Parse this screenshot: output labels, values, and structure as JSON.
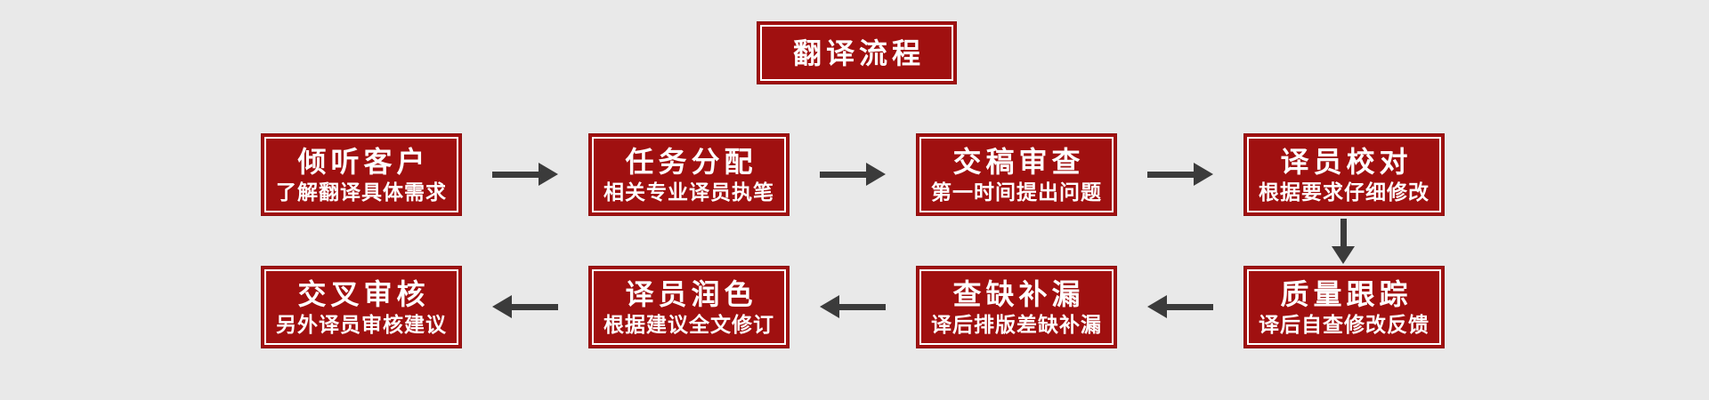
{
  "diagram": {
    "title": "翻译流程",
    "background_color": "#e9e9e9",
    "colors": {
      "box_fill": "#a01010",
      "box_border": "#8d0d0d",
      "box_inner_line": "#ffffff",
      "box_text": "#ffffff",
      "arrow": "#3b3b3b"
    },
    "row1": {
      "flow_direction": "left-to-right",
      "steps": [
        {
          "title": "倾听客户",
          "subtitle": "了解翻译具体需求"
        },
        {
          "title": "任务分配",
          "subtitle": "相关专业译员执笔"
        },
        {
          "title": "交稿审查",
          "subtitle": "第一时间提出问题"
        },
        {
          "title": "译员校对",
          "subtitle": "根据要求仔细修改"
        }
      ]
    },
    "row2": {
      "flow_direction": "right-to-left",
      "steps": [
        {
          "title": "交叉审核",
          "subtitle": "另外译员审核建议"
        },
        {
          "title": "译员润色",
          "subtitle": "根据建议全文修订"
        },
        {
          "title": "查缺补漏",
          "subtitle": "译后排版差缺补漏"
        },
        {
          "title": "质量跟踪",
          "subtitle": "译后自查修改反馈"
        }
      ]
    },
    "connectors": {
      "row1_arrows": "right",
      "row2_arrows": "left",
      "between_rows": "down"
    }
  }
}
